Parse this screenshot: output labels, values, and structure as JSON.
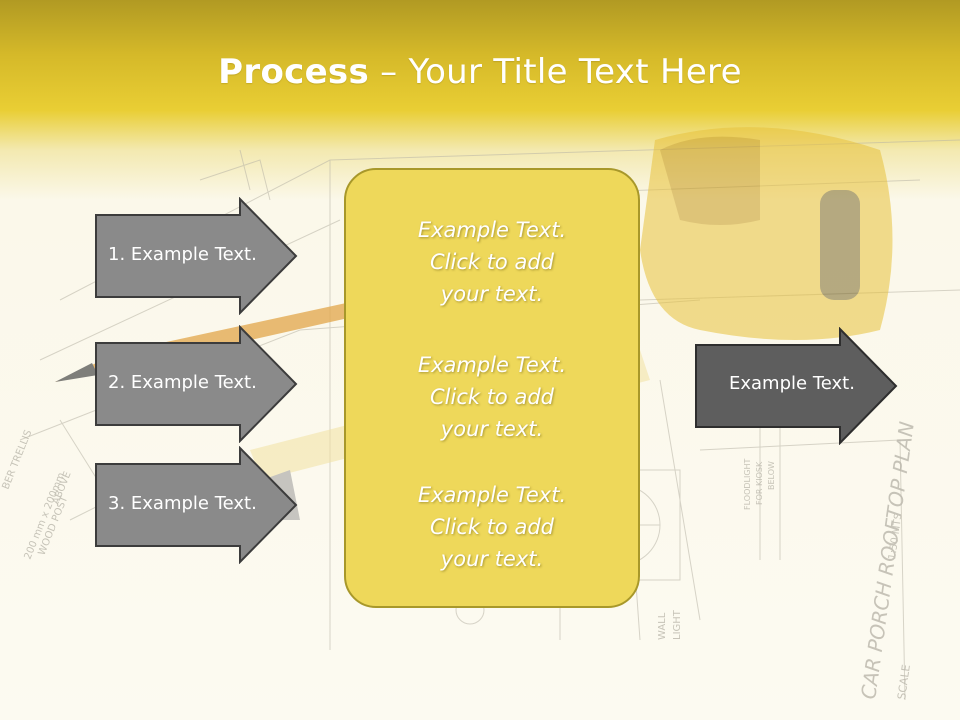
{
  "slide": {
    "title_bold": "Process",
    "title_rest": " – Your Title Text Here",
    "inputs": [
      {
        "label": "1. Example Text."
      },
      {
        "label": "2. Example Text."
      },
      {
        "label": "3. Example Text."
      }
    ],
    "center": [
      {
        "text": "Example Text.\nClick  to add\nyour text."
      },
      {
        "text": "Example Text.\nClick  to add\nyour text."
      },
      {
        "text": "Example Text.\nClick  to add\nyour text."
      }
    ],
    "output": {
      "label": "Example Text."
    }
  },
  "background": {
    "image": "blueprint-with-pencil-and-tape-measure",
    "blueprint_label": "CAR PORCH ROOFTOP PLAN",
    "blueprint_scale": "SCALE",
    "blueprint_scale_value": "1:50 MTS",
    "blueprint_note_1": "FLOODLIGHT",
    "blueprint_note_2": "FOR KIOSK",
    "blueprint_note_3": "BELOW",
    "blueprint_wall": "WALL",
    "blueprint_light": "LIGHT",
    "blueprint_left_1": "200 mm x 200mm",
    "blueprint_left_2": "WOOD POST",
    "blueprint_left_3": "BER TRELLIS",
    "blueprint_left_4": "ABOVE"
  },
  "colors": {
    "header_gold": "#d5b929",
    "arrow_gray": "#8a8a8a",
    "arrow_dark": "#5e5e5e",
    "box_yellow": "#eed85a",
    "box_border": "#a8982a"
  }
}
